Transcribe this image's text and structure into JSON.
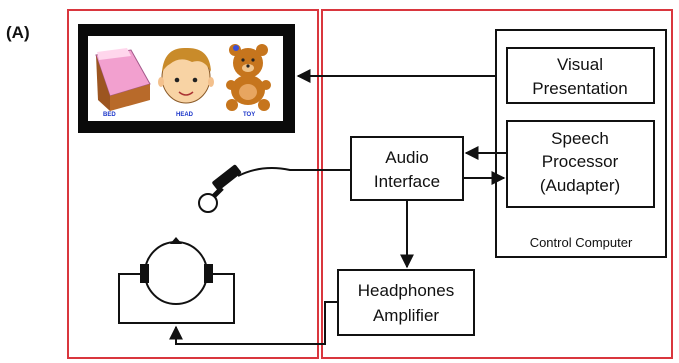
{
  "panel_label": "(A)",
  "monitor": {
    "image_labels": [
      "BED",
      "HEAD",
      "TOY"
    ]
  },
  "blocks": {
    "visual_presentation": [
      "Visual",
      "Presentation"
    ],
    "speech_processor": [
      "Speech",
      "Processor",
      "(Audapter)"
    ],
    "control_computer": "Control Computer",
    "audio_interface": [
      "Audio",
      "Interface"
    ],
    "headphones_amplifier": [
      "Headphones",
      "Amplifier"
    ]
  },
  "colors": {
    "panel_border": "#d9363e",
    "block_border": "#111111",
    "bed_pink": "#f2a0cf",
    "bed_frame": "#b86a2a",
    "skin": "#f8d3a4",
    "hair": "#c98b2a",
    "bear": "#c6751d",
    "label_blue": "#1a35c9"
  }
}
